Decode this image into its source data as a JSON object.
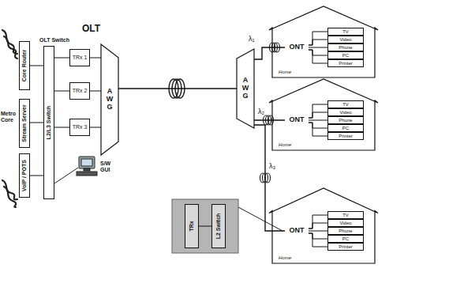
{
  "diagram": {
    "nodes": [
      {
        "text": [
          "Core Router"
        ]
      },
      {
        "text": [
          "Stream Server"
        ]
      },
      {
        "text": [
          "VoIP / POTS"
        ]
      },
      {
        "text": [
          "OLT Switch",
          "L2/L3 Switch"
        ]
      },
      {
        "text": [
          "TRx 1"
        ]
      },
      {
        "text": [
          "TRx 2"
        ]
      },
      {
        "text": [
          "TRx 3"
        ]
      },
      {
        "text": [
          "AWG"
        ]
      },
      {
        "text": [
          "AWG"
        ]
      },
      {
        "text": [
          "Home"
        ]
      },
      {
        "text": [
          "ONT"
        ],
        "in": 9
      },
      {
        "text": [
          "TV"
        ],
        "in": 9
      },
      {
        "text": [
          "Video"
        ],
        "in": 9
      },
      {
        "text": [
          "Phone"
        ],
        "in": 9
      },
      {
        "text": [
          "PC"
        ],
        "in": 9
      },
      {
        "text": [
          "Printer"
        ],
        "in": 9
      },
      {
        "text": [
          "Home"
        ]
      },
      {
        "text": [
          "ONT"
        ],
        "in": 16
      },
      {
        "text": [
          "TV"
        ],
        "in": 16
      },
      {
        "text": [
          "Video"
        ],
        "in": 16
      },
      {
        "text": [
          "Phone"
        ],
        "in": 16
      },
      {
        "text": [
          "PC"
        ],
        "in": 16
      },
      {
        "text": [
          "Printer"
        ],
        "in": 16
      },
      {
        "text": [
          "Home"
        ]
      },
      {
        "text": [
          "ONT"
        ],
        "in": 23
      },
      {
        "text": [
          "TV"
        ],
        "in": 23
      },
      {
        "text": [
          "Video"
        ],
        "in": 23
      },
      {
        "text": [
          "Phone"
        ],
        "in": 23
      },
      {
        "text": [
          "PC"
        ],
        "in": 23
      },
      {
        "text": [
          "Printer"
        ],
        "in": 23
      },
      {
        "text": [
          "TRx"
        ]
      },
      {
        "text": [
          "L2 Switch"
        ]
      }
    ],
    "edges": [
      {
        "from": 0,
        "to": 3,
        "arrow": "none"
      },
      {
        "from": 1,
        "to": 3,
        "arrow": "none"
      },
      {
        "from": 2,
        "to": 3,
        "arrow": "none"
      },
      {
        "from": 3,
        "to": 4,
        "arrow": "none"
      },
      {
        "from": 3,
        "to": 5,
        "arrow": "none"
      },
      {
        "from": 3,
        "to": 6,
        "arrow": "none"
      },
      {
        "from": 4,
        "to": 7,
        "arrow": "none"
      },
      {
        "from": 5,
        "to": 7,
        "arrow": "none"
      },
      {
        "from": 6,
        "to": 7,
        "arrow": "none"
      },
      {
        "from": 7,
        "to": 8,
        "arrow": "none"
      },
      {
        "from": 8,
        "to": 10,
        "label": "λ₁",
        "arrow": "none"
      },
      {
        "from": 8,
        "to": 17,
        "label": "λ₂",
        "arrow": "none"
      },
      {
        "from": 8,
        "to": 24,
        "label": "λ₃",
        "arrow": "none"
      },
      {
        "from": 10,
        "to": 11,
        "arrow": "none"
      },
      {
        "from": 10,
        "to": 12,
        "arrow": "none"
      },
      {
        "from": 10,
        "to": 13,
        "arrow": "none"
      },
      {
        "from": 10,
        "to": 14,
        "arrow": "none"
      },
      {
        "from": 10,
        "to": 15,
        "arrow": "none"
      },
      {
        "from": 17,
        "to": 18,
        "arrow": "none"
      },
      {
        "from": 17,
        "to": 19,
        "arrow": "none"
      },
      {
        "from": 17,
        "to": 20,
        "arrow": "none"
      },
      {
        "from": 17,
        "to": 21,
        "arrow": "none"
      },
      {
        "from": 17,
        "to": 22,
        "arrow": "none"
      },
      {
        "from": 24,
        "to": 25,
        "arrow": "none"
      },
      {
        "from": 24,
        "to": 26,
        "arrow": "none"
      },
      {
        "from": 24,
        "to": 27,
        "arrow": "none"
      },
      {
        "from": 24,
        "to": 28,
        "arrow": "none"
      },
      {
        "from": 24,
        "to": 29,
        "arrow": "none"
      },
      {
        "from": 30,
        "to": 31,
        "arrow": "none"
      }
    ],
    "labels": [
      "OLT",
      "Metro Core",
      "S/W GUI"
    ]
  }
}
